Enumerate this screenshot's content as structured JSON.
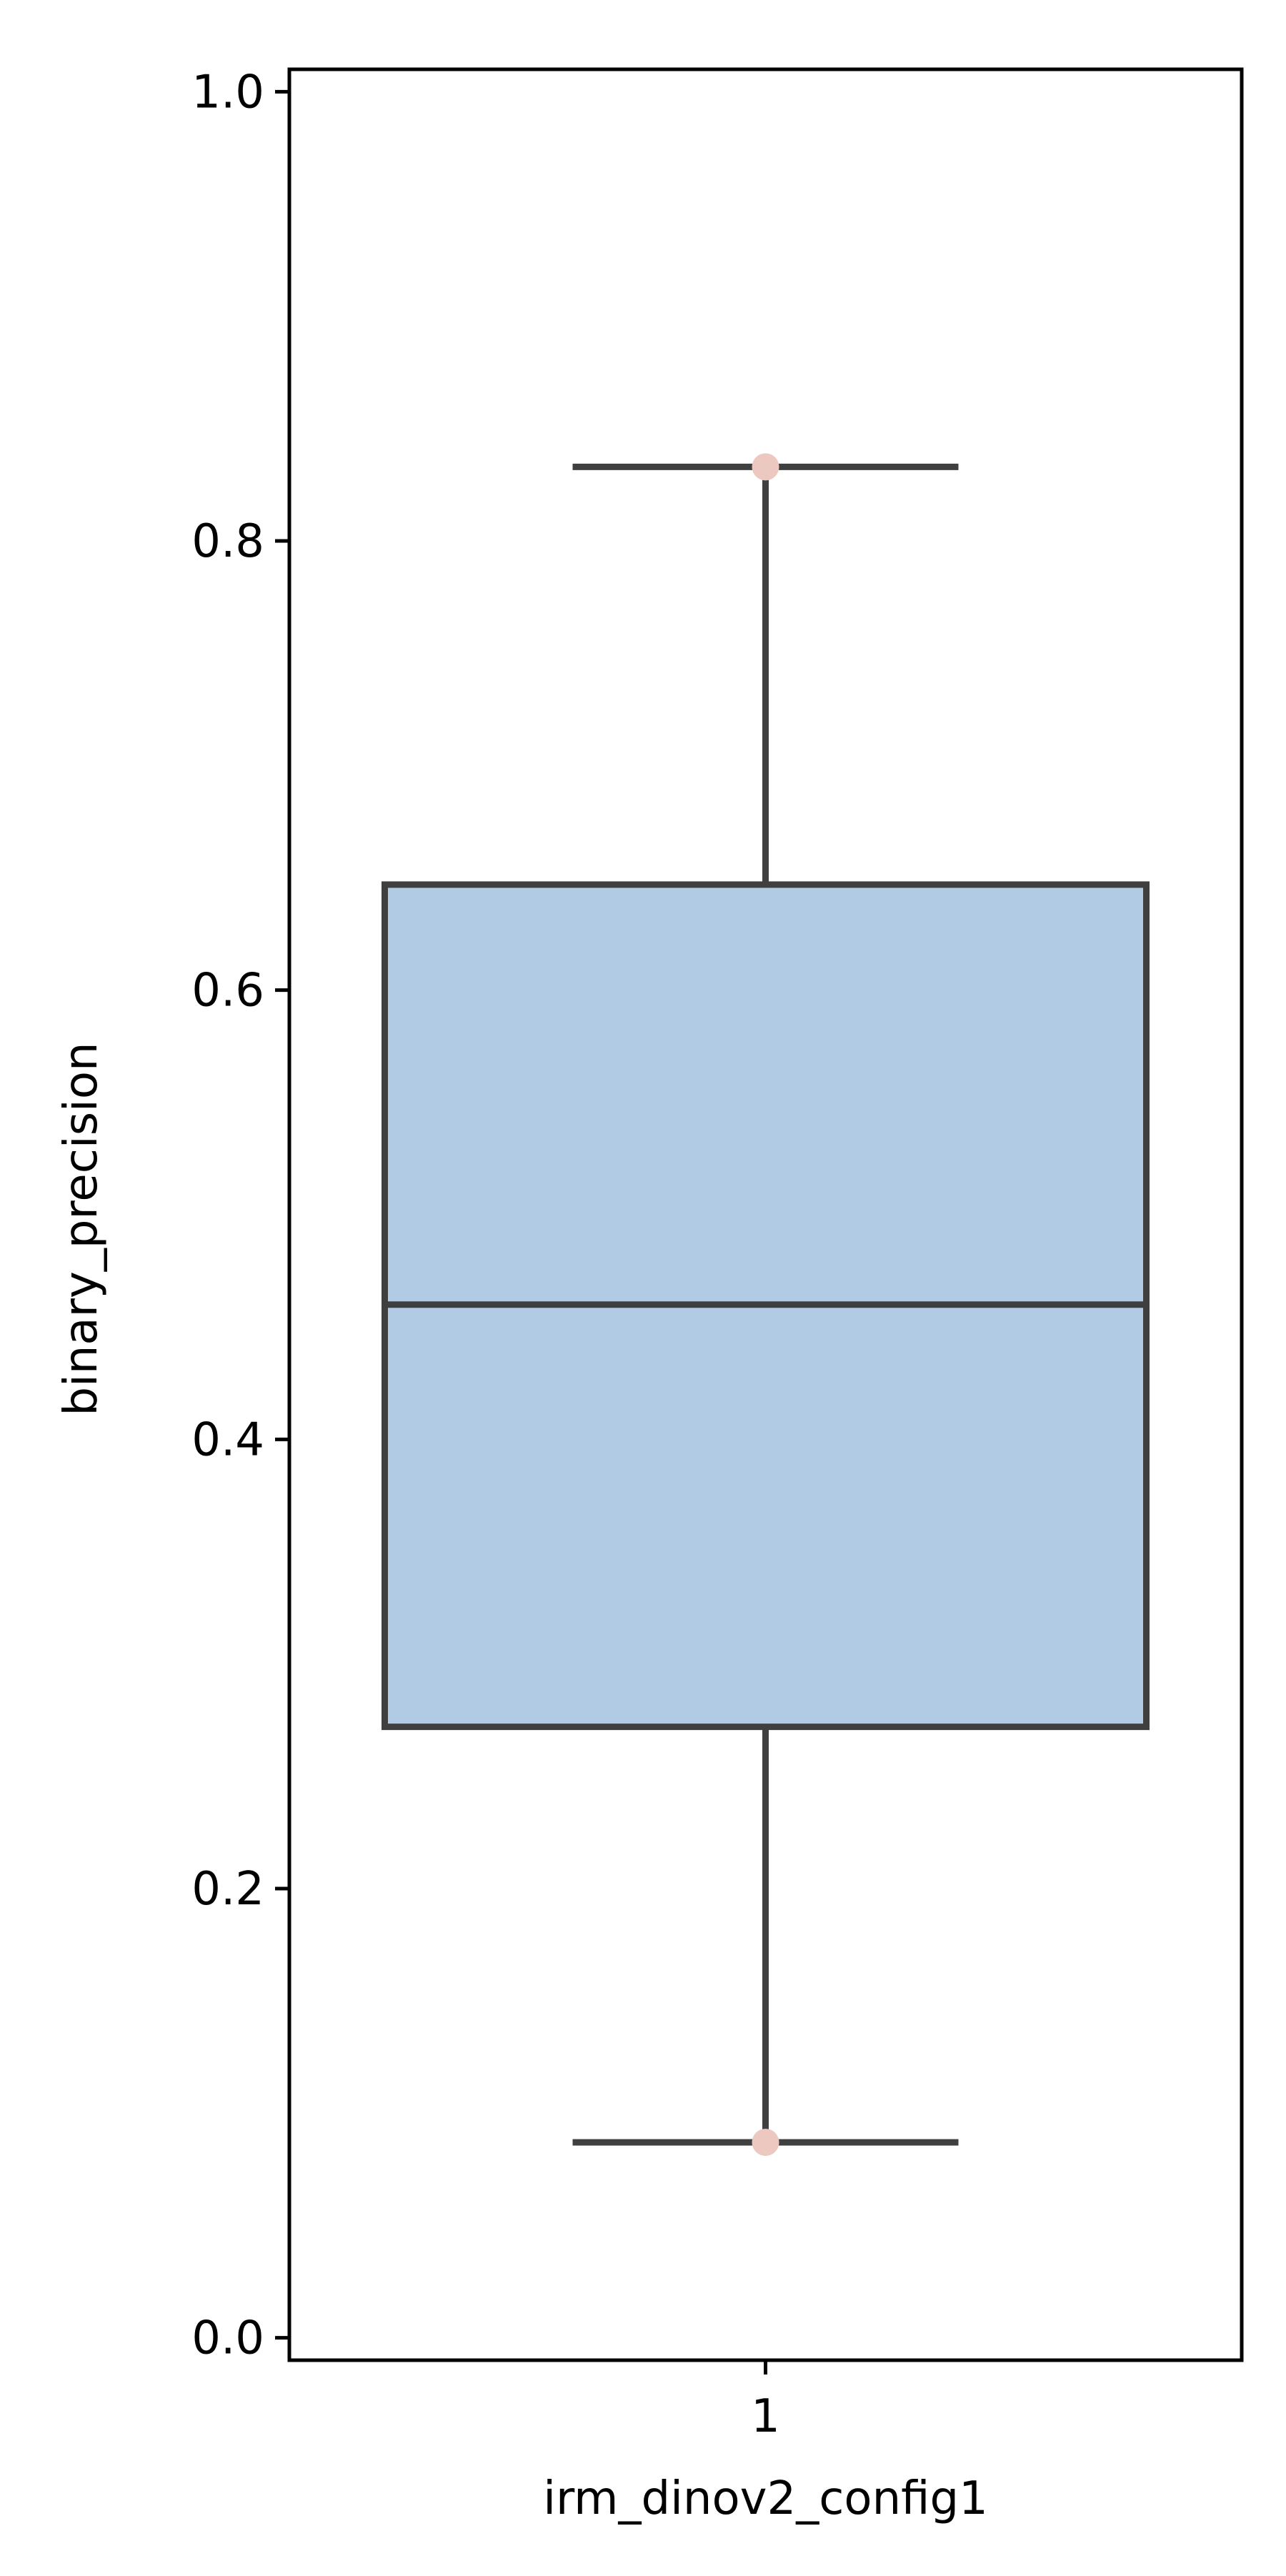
{
  "chart_data": {
    "type": "box",
    "title": "",
    "xlabel": "irm_dinov2_config1",
    "ylabel": "binary_precision",
    "ylim": [
      -0.01,
      1.01
    ],
    "yticks": [
      0.0,
      0.2,
      0.4,
      0.6,
      0.8,
      1.0
    ],
    "ytick_labels": [
      "0.0",
      "0.2",
      "0.4",
      "0.6",
      "0.8",
      "1.0"
    ],
    "categories": [
      "1"
    ],
    "grid": false,
    "boxes": [
      {
        "category": "1",
        "whisker_low": 0.087,
        "q1": 0.272,
        "median": 0.46,
        "q3": 0.647,
        "whisker_high": 0.833,
        "points": [
          0.833,
          0.087
        ]
      }
    ],
    "colors": {
      "box_fill": "#b1cbe5",
      "box_line": "#3f3f3f",
      "point": "#ecc8c0",
      "axis": "#000000"
    }
  }
}
